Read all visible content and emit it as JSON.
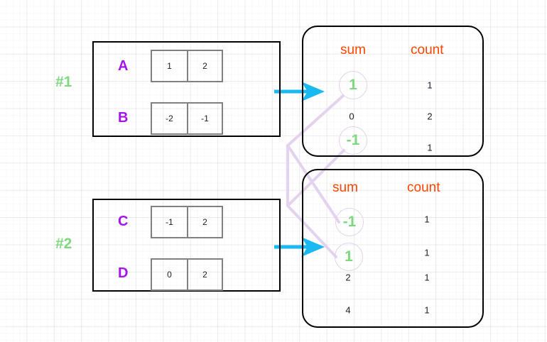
{
  "diagram": {
    "title": "partition sum-count combine diagram",
    "colors": {
      "accent_green": "#7ed87e",
      "accent_purple": "#a512f0",
      "accent_orange": "#ff4500",
      "arrow_blue": "#1ab9f0",
      "link_pink": "#e4d3ef",
      "cell_border": "#808080",
      "block_border": "#000000"
    },
    "partitions": [
      {
        "label": "#1",
        "rows": [
          {
            "name": "A",
            "values": [
              "1",
              "2"
            ]
          },
          {
            "name": "B",
            "values": [
              "-2",
              "-1"
            ]
          }
        ]
      },
      {
        "label": "#2",
        "rows": [
          {
            "name": "C",
            "values": [
              "-1",
              "2"
            ]
          },
          {
            "name": "D",
            "values": [
              "0",
              "2"
            ]
          }
        ]
      }
    ],
    "tables": [
      {
        "headers": [
          "sum",
          "count"
        ],
        "rows": [
          {
            "sum": "1",
            "count": "1",
            "highlight": true
          },
          {
            "sum": "0",
            "count": "2",
            "highlight": false
          },
          {
            "sum": "-1",
            "count": "1",
            "highlight": true
          }
        ]
      },
      {
        "headers": [
          "sum",
          "count"
        ],
        "rows": [
          {
            "sum": "-1",
            "count": "1",
            "highlight": true
          },
          {
            "sum": "1",
            "count": "1",
            "highlight": true
          },
          {
            "sum": "2",
            "count": "1",
            "highlight": false
          },
          {
            "sum": "4",
            "count": "1",
            "highlight": false
          }
        ]
      }
    ],
    "arrows": [
      {
        "name": "arrow-partition-1-to-table-1"
      },
      {
        "name": "arrow-partition-2-to-table-2"
      }
    ],
    "links": [
      {
        "from": "table1-sum-1",
        "to": "table2-sum-1"
      },
      {
        "from": "table1-sum--1",
        "to": "table2-sum--1"
      }
    ]
  }
}
